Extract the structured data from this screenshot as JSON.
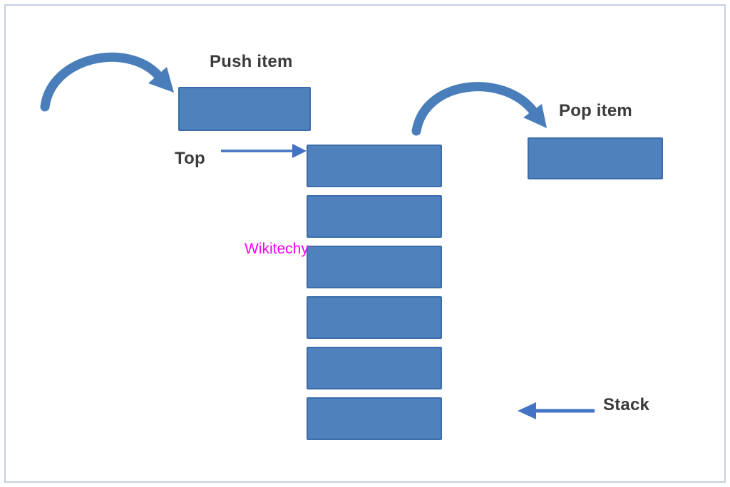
{
  "canvas": {
    "background": "#ffffff",
    "border_color": "#c4cede"
  },
  "labels": {
    "push_item": "Push item",
    "pop_item": "Pop item",
    "top": "Top",
    "stack": "Stack",
    "watermark": "Wikitechy"
  },
  "colors": {
    "box_fill": "#4f81bd",
    "box_border": "#3c6da8",
    "curved_arrow": "#4a7ebb",
    "straight_arrow": "#4472c4",
    "label_text": "#3b3b3b",
    "watermark": "#f700f7"
  },
  "stack": {
    "item_count": 6
  },
  "diagram": {
    "type": "stack-data-structure",
    "description": "Stack push/pop operation diagram"
  }
}
